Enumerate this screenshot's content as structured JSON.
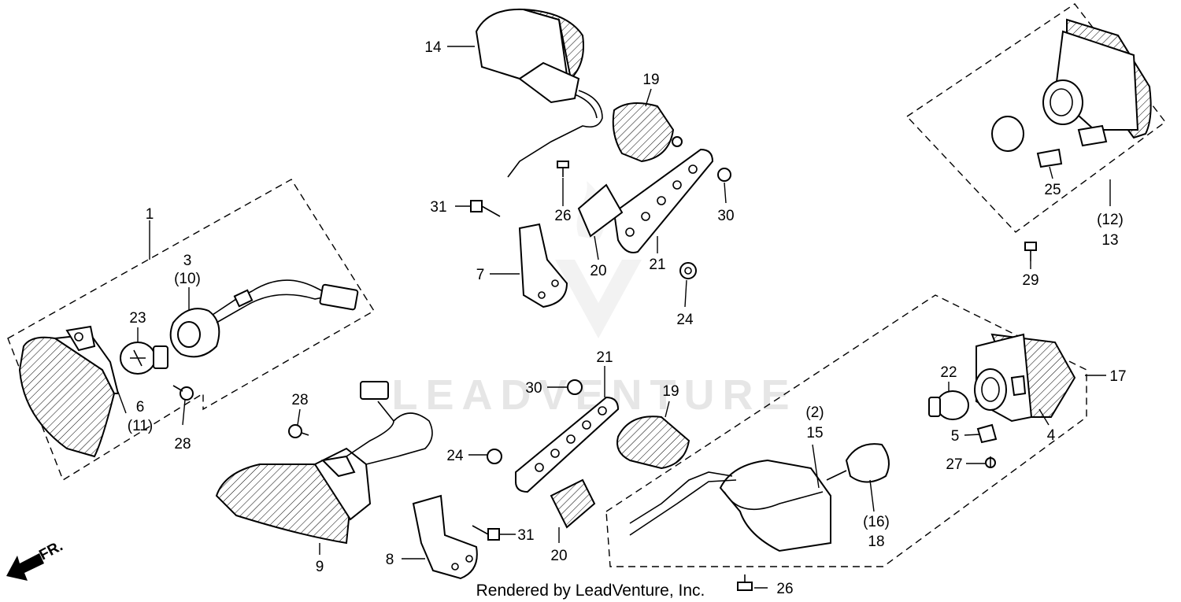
{
  "credit": "Rendered by LeadVenture, Inc.",
  "watermark": "LEADVENTURE",
  "direction_label": "FR.",
  "callouts": {
    "c1": "1",
    "c3": "3",
    "c10": "(10)",
    "c23": "23",
    "c6": "6",
    "c11": "(11)",
    "c28a": "28",
    "c14": "14",
    "c19a": "19",
    "c31a": "31",
    "c26a": "26",
    "c30a": "30",
    "c7": "7",
    "c20a": "20",
    "c21a": "21",
    "c24a": "24",
    "c25": "25",
    "c12": "(12)",
    "c13": "13",
    "c29": "29",
    "c28b": "28",
    "c9": "9",
    "c8": "8",
    "c31b": "31",
    "c20b": "20",
    "c24b": "24",
    "c30b": "30",
    "c21b": "21",
    "c19b": "19",
    "c2": "(2)",
    "c15": "15",
    "c16": "(16)",
    "c18": "18",
    "c22": "22",
    "c5": "5",
    "c27": "27",
    "c4": "4",
    "c17": "17",
    "c26b": "26"
  }
}
